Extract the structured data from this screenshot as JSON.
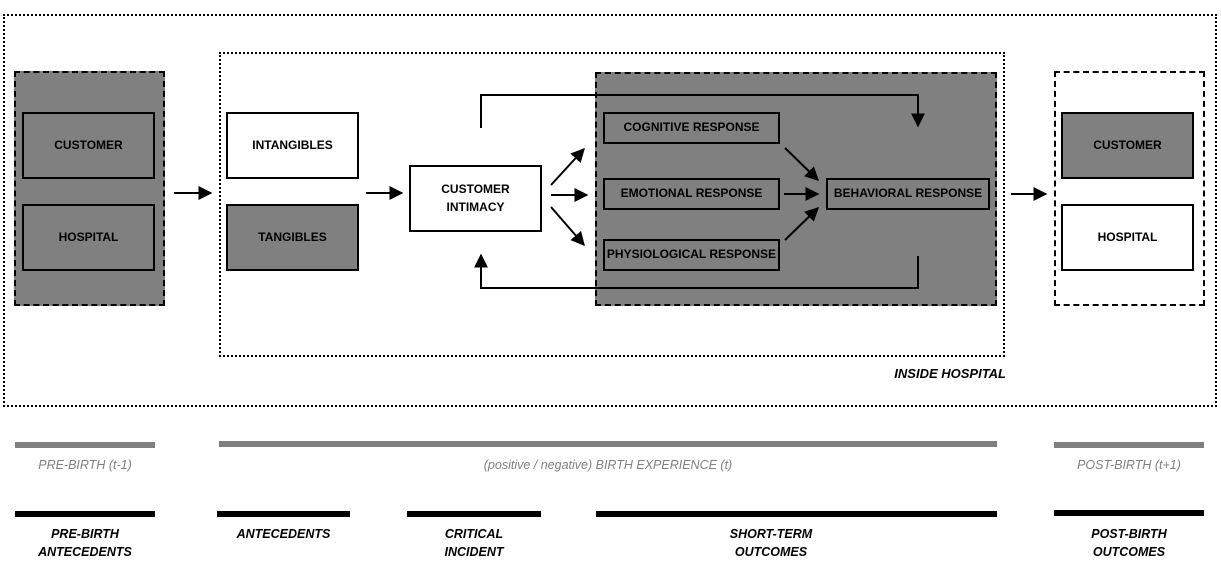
{
  "regions": {
    "inside_hospital_label": "INSIDE HOSPITAL"
  },
  "pre_birth_group": {
    "customer": "CUSTOMER",
    "hospital": "HOSPITAL"
  },
  "antecedents": {
    "intangibles": "INTANGIBLES",
    "tangibles": "TANGIBLES"
  },
  "customer_intimacy": "CUSTOMER INTIMACY",
  "responses": {
    "cognitive": "COGNITIVE RESPONSE",
    "emotional": "EMOTIONAL RESPONSE",
    "physiological": "PHYSIOLOGICAL RESPONSE",
    "behavioral": "BEHAVIORAL RESPONSE"
  },
  "post_birth_group": {
    "customer": "CUSTOMER",
    "hospital": "HOSPITAL"
  },
  "timeline": {
    "pre_birth": "PRE-BIRTH (t-1)",
    "birth_experience": "(positive / negative) BIRTH EXPERIENCE (t)",
    "post_birth": "POST-BIRTH (t+1)"
  },
  "phases": {
    "pre_birth_antecedents": "PRE-BIRTH ANTECEDENTS",
    "antecedents": "ANTECEDENTS",
    "critical_incident": "CRITICAL INCIDENT",
    "short_term_outcomes": "SHORT-TERM OUTCOMES",
    "post_birth_outcomes": "POST-BIRTH OUTCOMES"
  },
  "colors": {
    "shaded": "#808080",
    "line": "#000000"
  }
}
